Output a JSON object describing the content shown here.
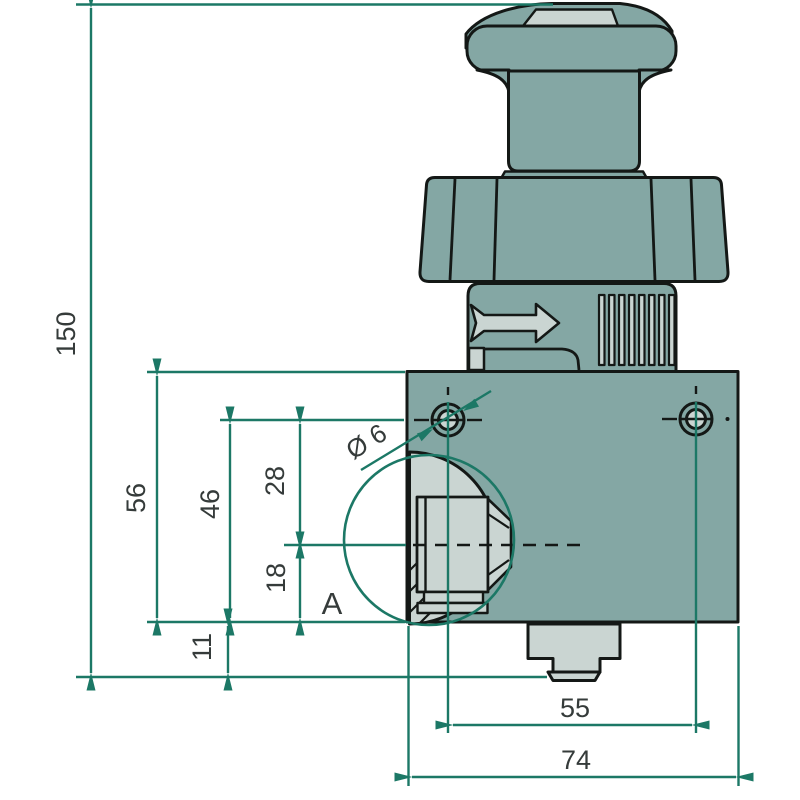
{
  "drawing": {
    "type": "technical-dimension-drawing",
    "component": "push-button-valve-front-view",
    "colors": {
      "body_fill": "#84a7a4",
      "highlight_fill": "#cad5d2",
      "outline": "#141816",
      "dimension_line": "#1c7866",
      "dimension_text": "#353b3a"
    },
    "dims": {
      "total_height": "150",
      "body_height": "56",
      "port_center_height": "46",
      "upper_split": "28",
      "lower_split": "18",
      "base_offset": "11",
      "port_spacing": "55",
      "total_width": "74",
      "bore_diameter": "Ø 6",
      "section_label": "A"
    }
  }
}
